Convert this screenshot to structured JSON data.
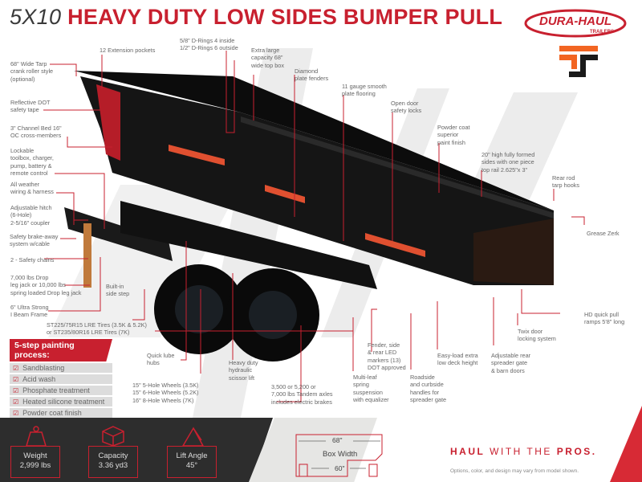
{
  "header": {
    "model": "5X10",
    "name": "HEAVY DUTY LOW SIDES BUMPER PULL"
  },
  "brand": {
    "logo_text": "DURA-HAUL",
    "logo_sub": "TRAILERS",
    "accent": "#c8202f",
    "secondary_logo_colors": [
      "#f26522",
      "#1a1a1a"
    ]
  },
  "callouts": [
    "12 Extension pockets",
    "5/8\" D-Rings 4 inside\n1/2\" D-Rings 6 outside",
    "Extra large\ncapacity 68\"\nwide top box",
    "Diamond\nplate fenders",
    "11 gauge smooth\nplate flooring",
    "Open door\nsafety locks",
    "Powder coat\nsuperior\npaint finish",
    "20\" high fully formed\nsides with one piece\ntop rail 2.625\"x 3\"",
    "Rear rod\ntarp hooks",
    "Grease Zerk",
    "68\" Wide Tarp\ncrank roller style\n(optional)",
    "Reflective DOT\nsafety tape",
    "3\" Channel Bed 16\"\nOC cross-members",
    "Lockable\ntoolbox, charger,\npump, battery &\nremote control",
    "All weather\nwiring & harness",
    "Adjustable hitch\n(6-Hole)\n2-5/16\" coupler",
    "Safety brake-away\nsystem w/cable",
    "2 - Safety chains",
    "7,000 lbs Drop\nleg jack or 10,000 lbs\nspring loaded Drop leg jack",
    "6\" Ultra Strong\nI Beam Frame",
    "Built-in\nside step",
    "ST225/75R15 LRE Tires (3.5K & 5.2K)\nor ST235/80R16 LRE Tires (7K)",
    "Quick lube\nhubs",
    "15\" 5-Hole Wheels (3.5K)\n15\" 6-Hole Wheels (5.2K)\n16\" 8-Hole Wheels (7K)",
    "Heavy duty\nhydraulic\nscissor lift",
    "3,500 or 5,200 or\n7,000 lbs Tandem axles\nincludes electric brakes",
    "Multi-leaf\nspring\nsuspension\nwith equalizer",
    "Fender, side\n& rear LED\nmarkers (13)\nDOT approved",
    "Roadside\nand curbside\nhandles for\nspreader gate",
    "Easy-load extra\nlow deck height",
    "Adjustable rear\nspreader gate\n& barn doors",
    "Twix door\nlocking system",
    "HD quick pull\nramps 5'8\" long"
  ],
  "painting": {
    "title": "5-step painting process:",
    "steps": [
      "Sandblasting",
      "Acid wash",
      "Phosphate treatment",
      "Heated silicone treatment",
      "Powder coat finish"
    ]
  },
  "specs": [
    {
      "label": "Weight",
      "value": "2,999 lbs",
      "icon": "weight-icon"
    },
    {
      "label": "Capacity",
      "value": "3.36 yd3",
      "icon": "cube-icon"
    },
    {
      "label": "Lift Angle",
      "value": "45°",
      "icon": "angle-icon"
    }
  ],
  "box_width": {
    "top": "68\"",
    "label": "Box Width",
    "bottom": "60\""
  },
  "tagline": {
    "a": "HAUL",
    "b": " WITH THE ",
    "c": "PROS."
  },
  "disclaimer": "Options, color, and design may vary from model shown."
}
